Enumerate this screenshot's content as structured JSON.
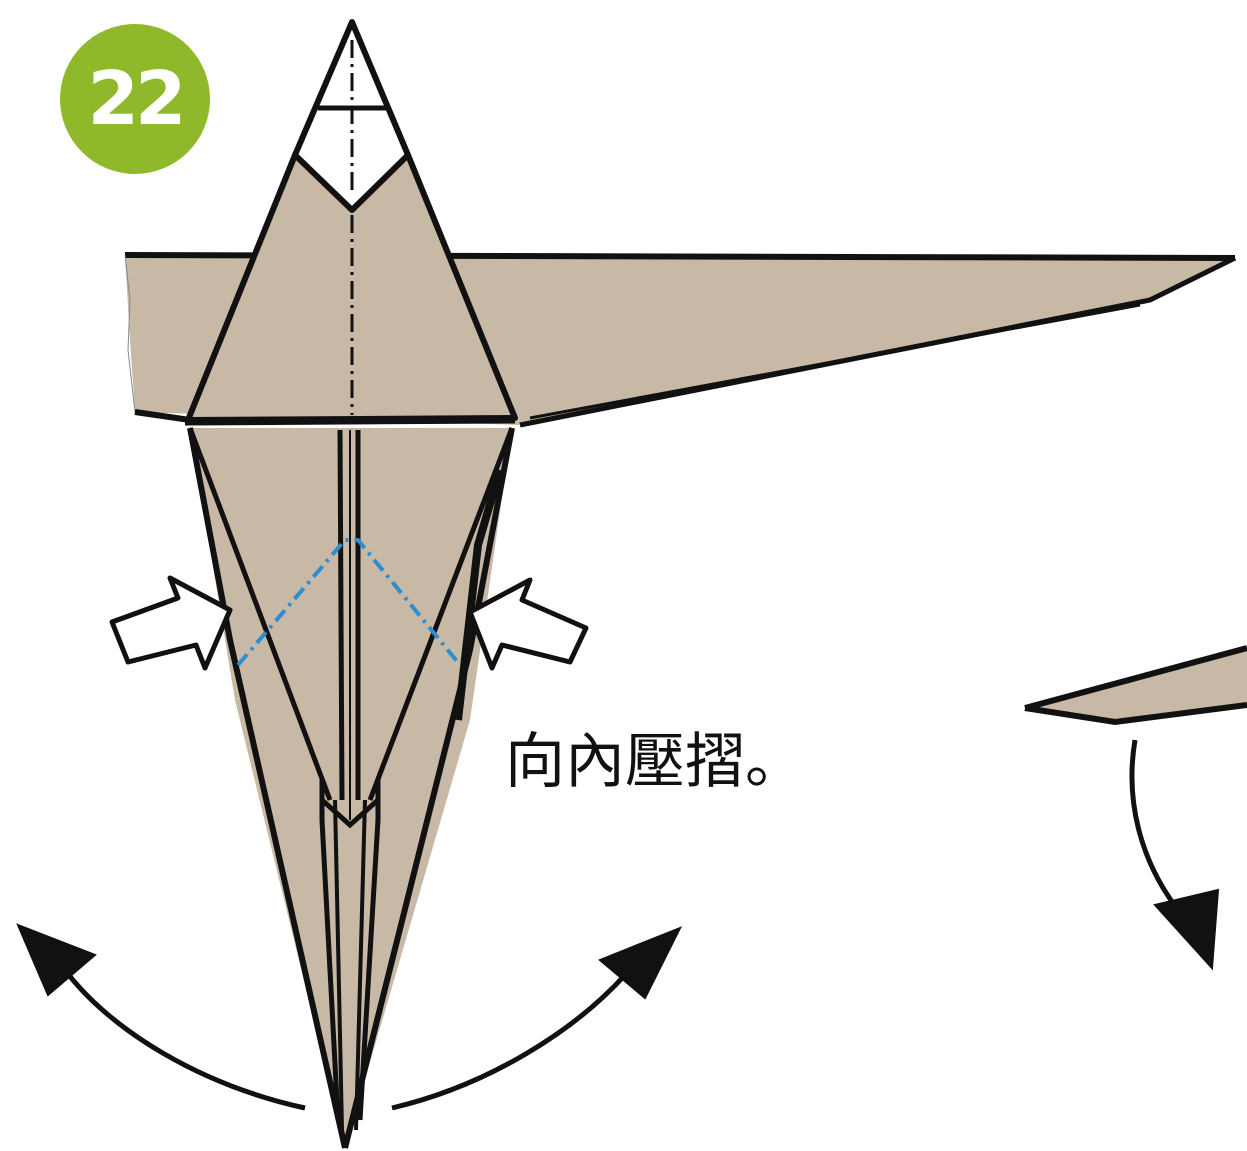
{
  "step": {
    "number": "22"
  },
  "instruction": {
    "text": "向內壓摺。"
  },
  "colors": {
    "badge": "#8fb82a",
    "paper": "#c8b8a6",
    "outline": "#111111",
    "valley_fold_line": "#2a8fd0",
    "background": "#ffffff"
  },
  "icons": [
    "step-number-badge",
    "inside-reverse-fold-arrow-left",
    "inside-reverse-fold-arrow-right",
    "swing-arrow-left",
    "swing-arrow-right",
    "fold-down-arrow"
  ]
}
